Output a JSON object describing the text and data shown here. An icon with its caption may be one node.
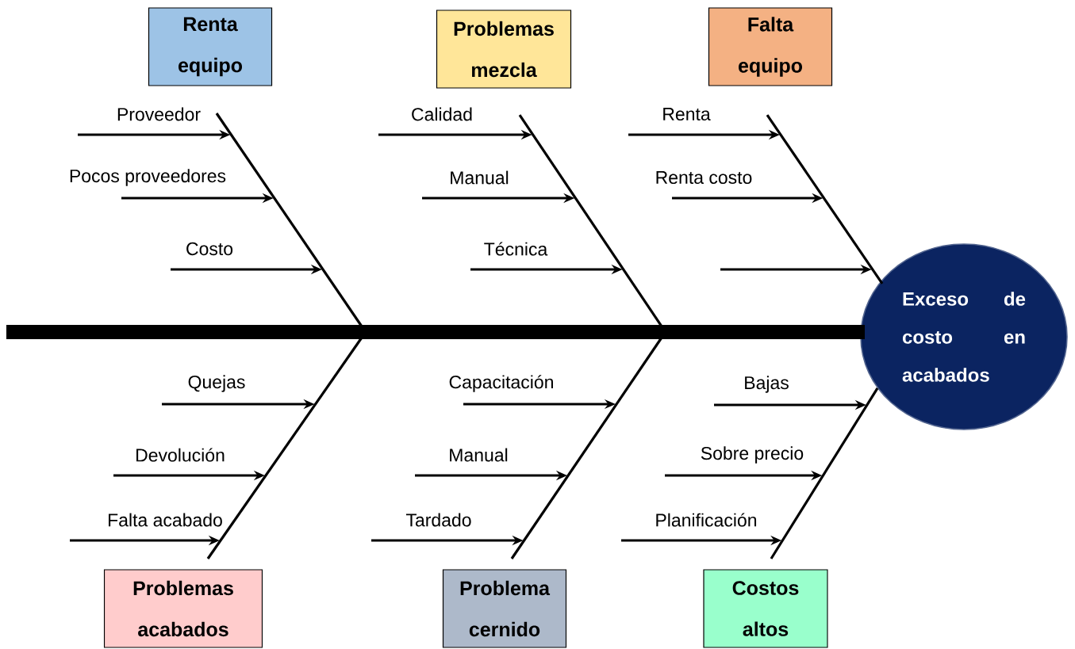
{
  "diagram": {
    "nodes": [
      {
        "text": [
          "Renta equipo"
        ]
      },
      {
        "text": [
          "Problemas mezcla"
        ]
      },
      {
        "text": [
          "Falta equipo"
        ]
      },
      {
        "text": [
          "Exceso de costo en acabados"
        ]
      },
      {
        "text": [
          "Problemas acabados"
        ]
      },
      {
        "text": [
          "Problema cernido"
        ]
      },
      {
        "text": [
          "Costos altos"
        ]
      },
      {
        "text": [],
        "shape": "bar"
      },
      {
        "text": [],
        "shape": "bar"
      },
      {
        "text": [],
        "shape": "bar"
      },
      {
        "text": [],
        "shape": "bar"
      },
      {
        "text": [],
        "shape": "bar"
      },
      {
        "text": [],
        "shape": "bar"
      },
      {
        "text": [],
        "shape": "bar"
      }
    ],
    "edges": [
      {
        "from": null,
        "to": 8,
        "arrow": "to",
        "label": "Proveedor"
      },
      {
        "from": null,
        "to": 8,
        "arrow": "to",
        "label": "Pocos proveedores"
      },
      {
        "from": null,
        "to": 8,
        "arrow": "to",
        "label": "Costo"
      },
      {
        "from": null,
        "to": 9,
        "arrow": "to",
        "label": "Calidad"
      },
      {
        "from": null,
        "to": 9,
        "arrow": "to",
        "label": "Manual"
      },
      {
        "from": null,
        "to": 9,
        "arrow": "to",
        "label": "Técnica"
      },
      {
        "from": null,
        "to": 10,
        "arrow": "to",
        "label": "Renta"
      },
      {
        "from": null,
        "to": 10,
        "arrow": "to",
        "label": "Renta costo"
      },
      {
        "from": null,
        "to": 10,
        "arrow": "to"
      },
      {
        "from": null,
        "to": 11,
        "arrow": "to",
        "label": "Quejas"
      },
      {
        "from": null,
        "to": 11,
        "arrow": "to",
        "label": "Devolución"
      },
      {
        "from": null,
        "to": 11,
        "arrow": "to",
        "label": "Falta acabado"
      },
      {
        "from": null,
        "to": 12,
        "arrow": "to",
        "label": "Capacitación"
      },
      {
        "from": null,
        "to": 12,
        "arrow": "to",
        "label": "Manual"
      },
      {
        "from": null,
        "to": 12,
        "arrow": "to",
        "label": "Tardado"
      },
      {
        "from": null,
        "to": 13,
        "arrow": "to",
        "label": "Bajas"
      },
      {
        "from": null,
        "to": 13,
        "arrow": "to",
        "label": "Sobre precio"
      },
      {
        "from": null,
        "to": 13,
        "arrow": "to",
        "label": "Planificación"
      }
    ]
  }
}
